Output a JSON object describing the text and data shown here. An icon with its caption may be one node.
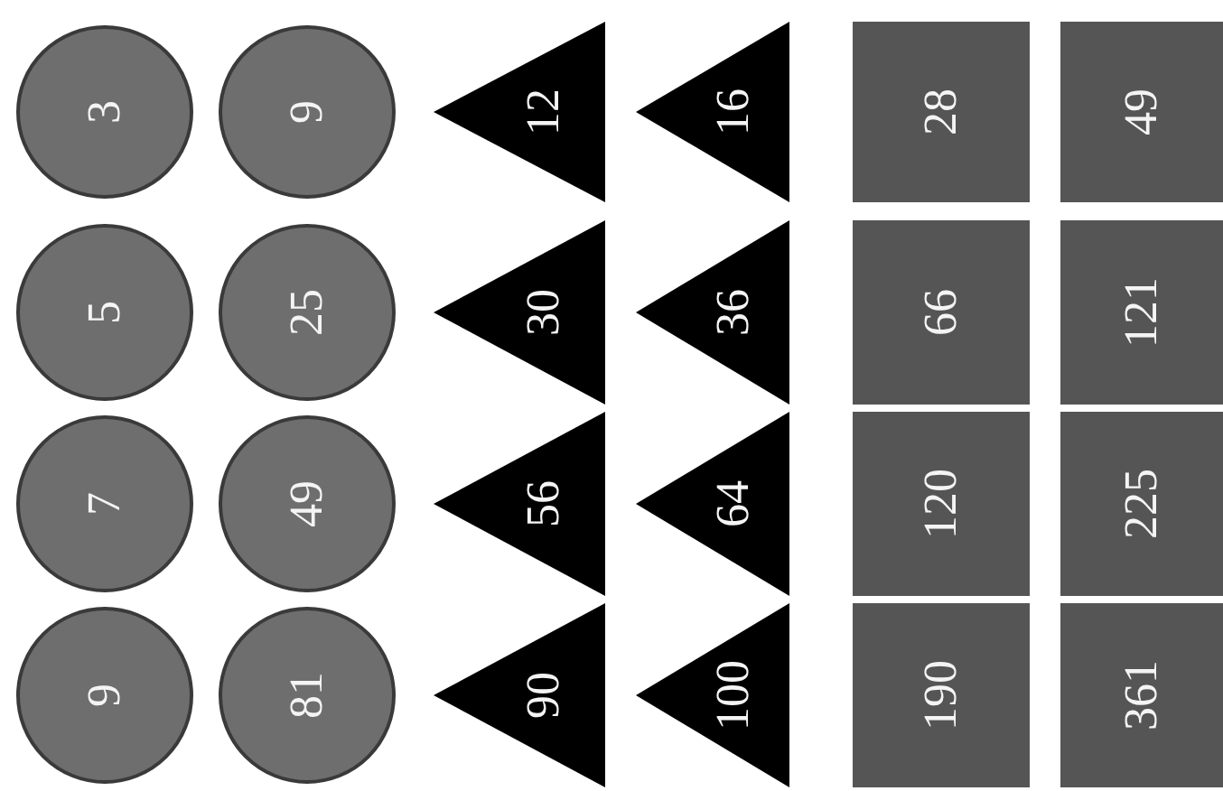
{
  "diagram": {
    "nodes": [
      {
        "text": [
          "3"
        ]
      },
      {
        "text": [
          "9"
        ]
      },
      {
        "text": [
          "12"
        ]
      },
      {
        "text": [
          "16"
        ]
      },
      {
        "text": [
          "28"
        ]
      },
      {
        "text": [
          "49"
        ]
      },
      {
        "text": [
          "5"
        ]
      },
      {
        "text": [
          "25"
        ]
      },
      {
        "text": [
          "30"
        ]
      },
      {
        "text": [
          "36"
        ]
      },
      {
        "text": [
          "66"
        ]
      },
      {
        "text": [
          "121"
        ]
      },
      {
        "text": [
          "7"
        ]
      },
      {
        "text": [
          "49"
        ]
      },
      {
        "text": [
          "56"
        ]
      },
      {
        "text": [
          "64"
        ]
      },
      {
        "text": [
          "120"
        ]
      },
      {
        "text": [
          "225"
        ]
      },
      {
        "text": [
          "9"
        ]
      },
      {
        "text": [
          "81"
        ]
      },
      {
        "text": [
          "90"
        ]
      },
      {
        "text": [
          "100"
        ]
      },
      {
        "text": [
          "190"
        ]
      },
      {
        "text": [
          "361"
        ]
      }
    ]
  }
}
